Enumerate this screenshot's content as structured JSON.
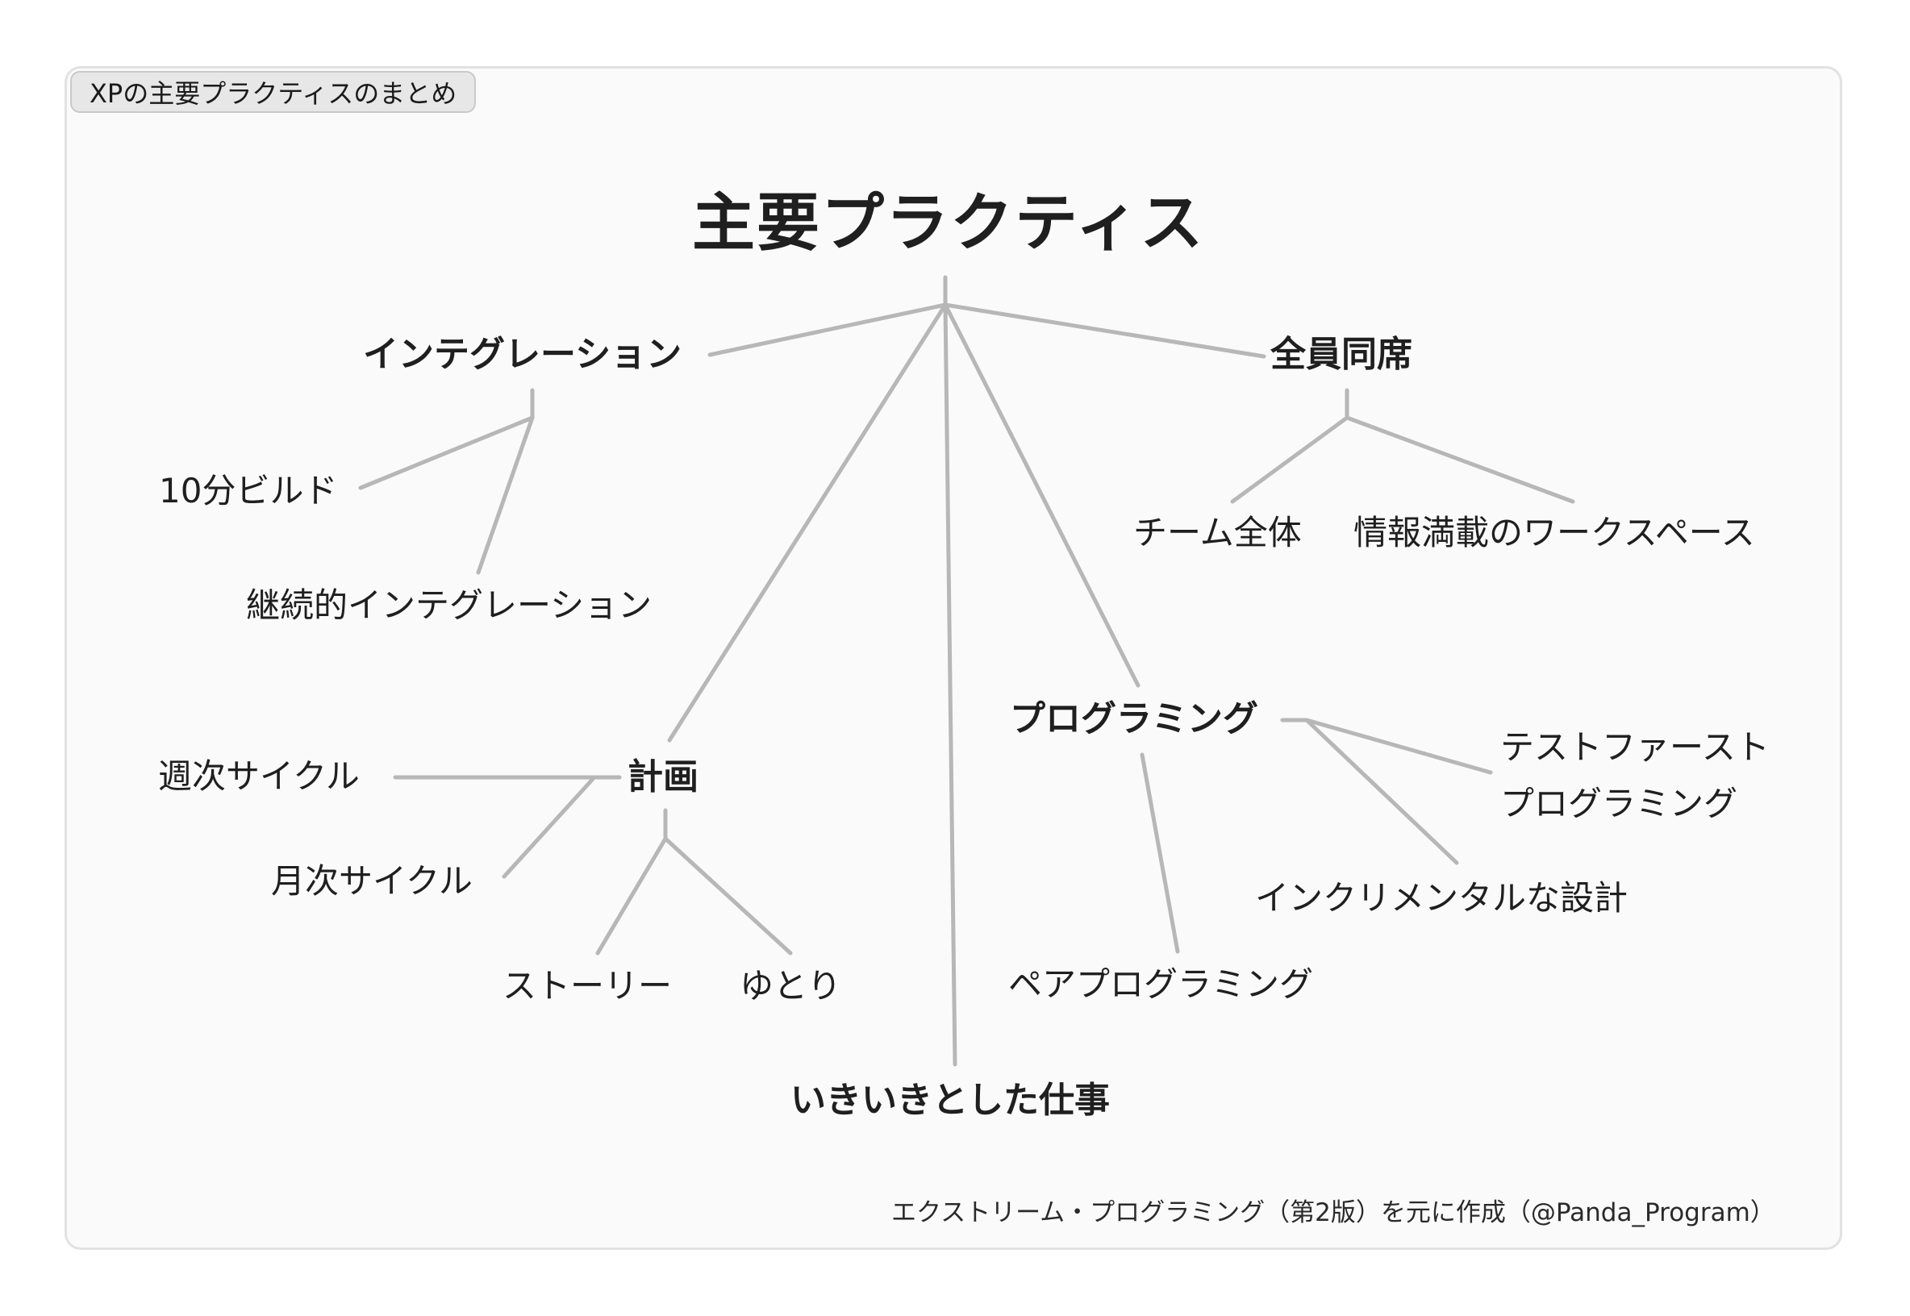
{
  "card": {
    "title_chip": "XPの主要プラクティスのまとめ",
    "footer_credit": "エクストリーム・プログラミング（第2版）を元に作成（@Panda_Program）"
  },
  "colors": {
    "card_background": "#fafafa",
    "card_border": "#e2e2e2",
    "chip_background": "#e7e7e7",
    "edge": "#b7b7b7",
    "text": "#1f1f1f"
  },
  "tree": {
    "root": "主要プラクティス",
    "branches": [
      {
        "label": "インテグレーション",
        "children": [
          "10分ビルド",
          "継続的インテグレーション"
        ]
      },
      {
        "label": "全員同席",
        "children": [
          "チーム全体",
          "情報満載のワークスペース"
        ]
      },
      {
        "label": "計画",
        "children": [
          "週次サイクル",
          "月次サイクル",
          "ストーリー",
          "ゆとり"
        ]
      },
      {
        "label": "プログラミング",
        "children": [
          {
            "line1": "テストファースト",
            "line2": "プログラミング"
          },
          "インクリメンタルな設計",
          "ペアプログラミング"
        ]
      },
      {
        "label": "いきいきとした仕事",
        "children": []
      }
    ]
  }
}
